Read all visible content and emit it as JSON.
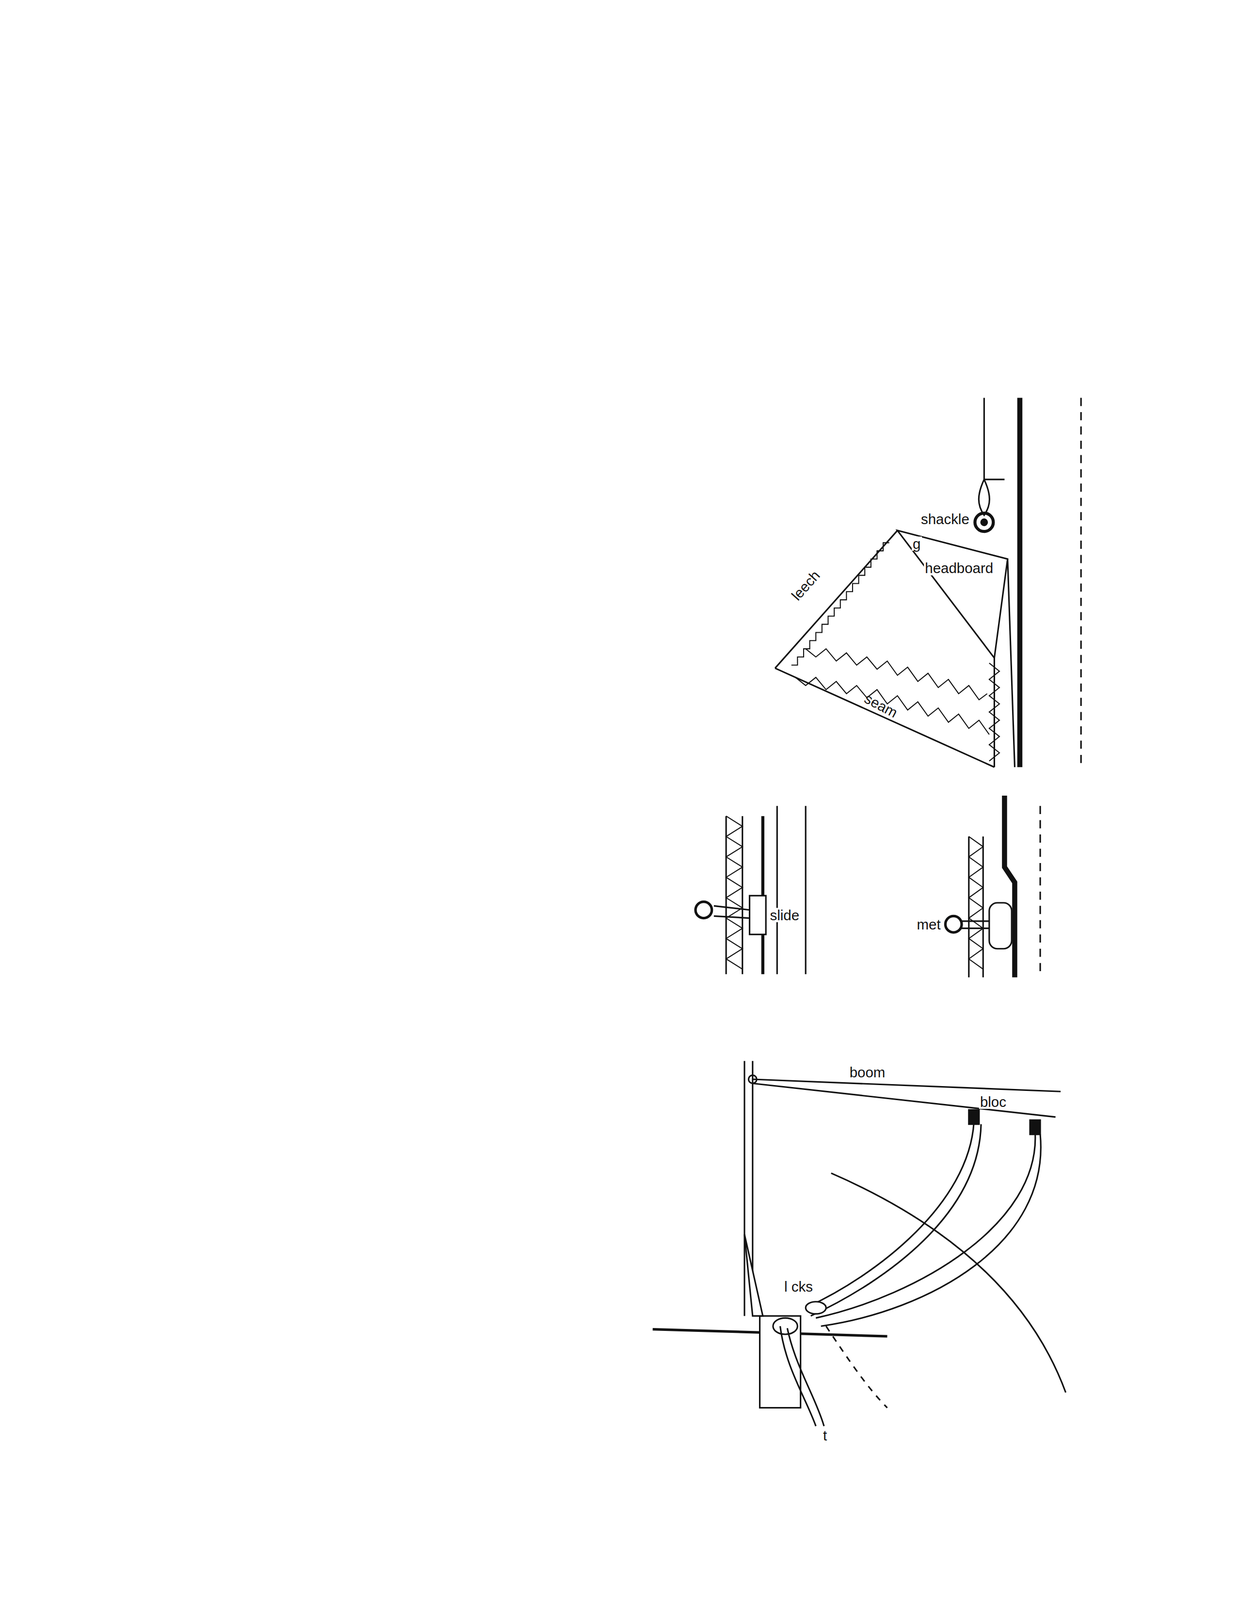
{
  "diagram": {
    "labels": [
      "shackle",
      "g",
      "headboard",
      "leech",
      "seam",
      "slide",
      "met",
      "boom",
      "bloc",
      "l cks",
      "t"
    ]
  }
}
